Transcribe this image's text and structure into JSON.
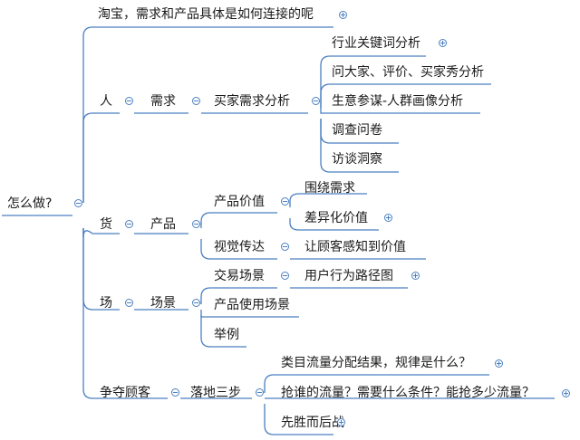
{
  "root": {
    "label": "怎么做?"
  },
  "nodes": {
    "taobao": "淘宝，需求和产品具体是如何连接的呢",
    "ren": "人",
    "xuqiu": "需求",
    "maijia": "买家需求分析",
    "hangye": "行业关键词分析",
    "wendajia": "问大家、评价、买家秀分析",
    "shengyi": "生意参谋-人群画像分析",
    "diaocha": "调查问卷",
    "fangtan": "访谈洞察",
    "huo": "货",
    "chanpin": "产品",
    "jiazhi": "产品价值",
    "weirao": "围绕需求",
    "chayi": "差异化价值",
    "shijue": "视觉传达",
    "ganzhi": "让顾客感知到价值",
    "chang": "场",
    "changjing": "场景",
    "jiaoyi": "交易场景",
    "yonghu": "用户行为路径图",
    "shiyong": "产品使用场景",
    "juli": "举例",
    "zhengduo": "争夺顾客",
    "luodi": "落地三步",
    "leimu": "类目流量分配结果，规律是什么？",
    "qiang": "抢谁的流量？需要什么条件？能抢多少流量？",
    "xiansheng": "先胜而后战"
  }
}
